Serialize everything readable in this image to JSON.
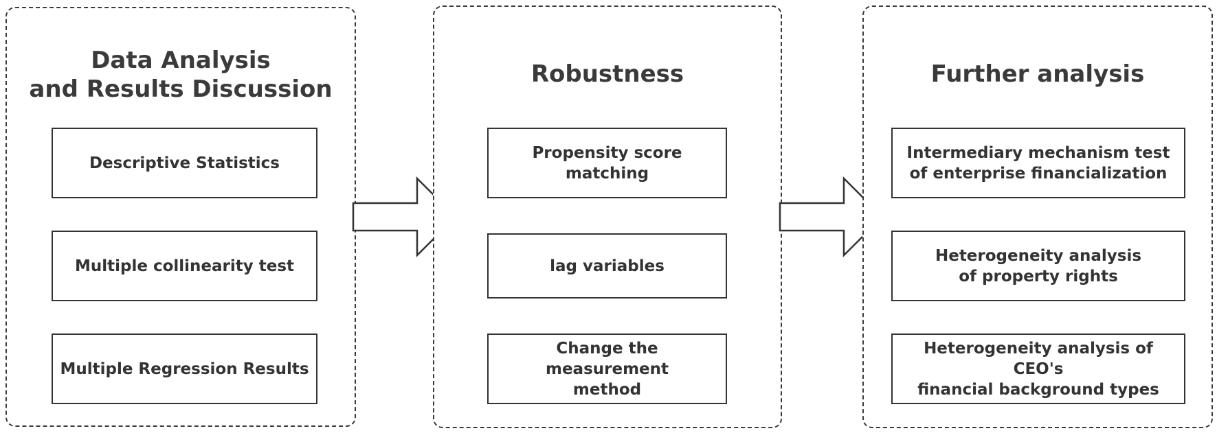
{
  "colors": {
    "stroke": "#333333",
    "text": "#3a3a3a",
    "background": "#ffffff"
  },
  "panels": [
    {
      "title": "Data Analysis\nand Results Discussion",
      "items": [
        "Descriptive Statistics",
        "Multiple collinearity test",
        "Multiple Regression Results"
      ]
    },
    {
      "title": "Robustness",
      "items": [
        "Propensity score matching",
        "lag variables",
        "Change the measurement\nmethod"
      ]
    },
    {
      "title": "Further analysis",
      "items": [
        "Intermediary mechanism test\nof enterprise financialization",
        "Heterogeneity analysis\nof property rights",
        "Heterogeneity analysis of CEO's\nfinancial background types"
      ]
    }
  ]
}
